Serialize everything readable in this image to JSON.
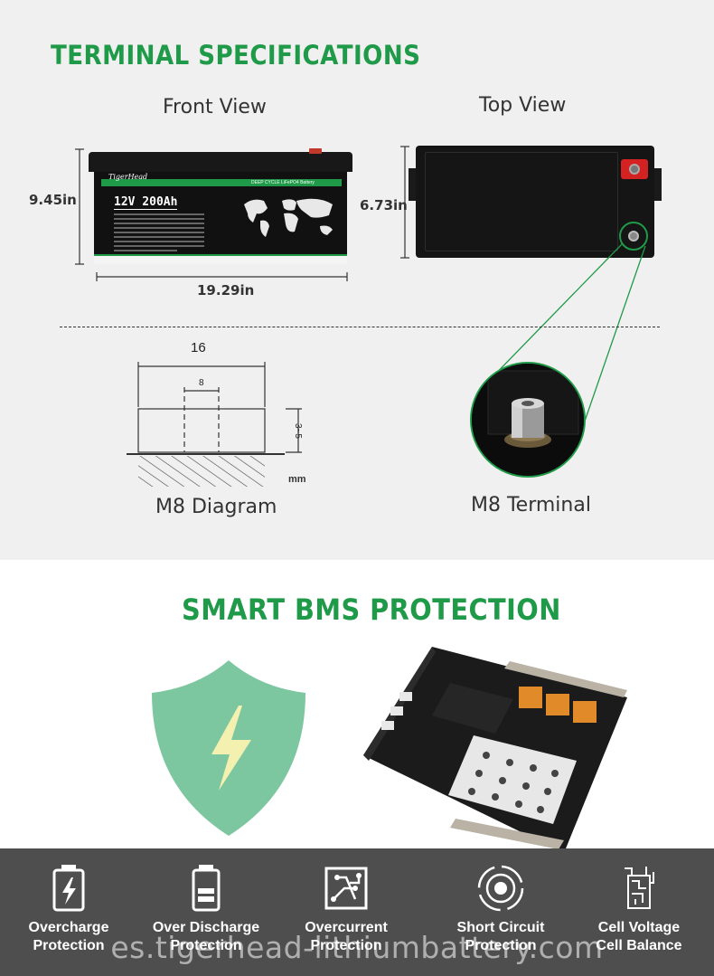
{
  "terminal_section": {
    "title": "TERMINAL SPECIFICATIONS",
    "front_view_label": "Front View",
    "top_view_label": "Top View",
    "height_label": "9.45in",
    "width_label": "19.29in",
    "depth_label": "6.73in",
    "battery_brand": "TigerHead",
    "battery_model": "12V 200Ah",
    "battery_series": "DEEP CYCLE LiFePO4 Battery",
    "diagram": {
      "width_value": "16",
      "inner_value": "8",
      "height_value": "3~5",
      "unit": "mm",
      "label": "M8 Diagram"
    },
    "terminal_label": "M8 Terminal"
  },
  "bms_section": {
    "title": "SMART BMS PROTECTION",
    "features": [
      {
        "icon": "battery-bolt-icon",
        "line1": "Overcharge",
        "line2": "Protection"
      },
      {
        "icon": "battery-low-icon",
        "line1": "Over Discharge",
        "line2": "Protection"
      },
      {
        "icon": "circuit-icon",
        "line1": "Overcurrent",
        "line2": "Protection"
      },
      {
        "icon": "short-circuit-icon",
        "line1": "Short Circuit",
        "line2": "Protection"
      },
      {
        "icon": "cell-balance-icon",
        "line1": "Cell Voltage",
        "line2": "Cell Balance"
      }
    ]
  },
  "watermark": "es.tigerhead-lithiumbattery.com",
  "colors": {
    "accent_green": "#1f9a48",
    "shield_green": "#7dc7a0",
    "bar_gray": "#4e4e4e"
  }
}
